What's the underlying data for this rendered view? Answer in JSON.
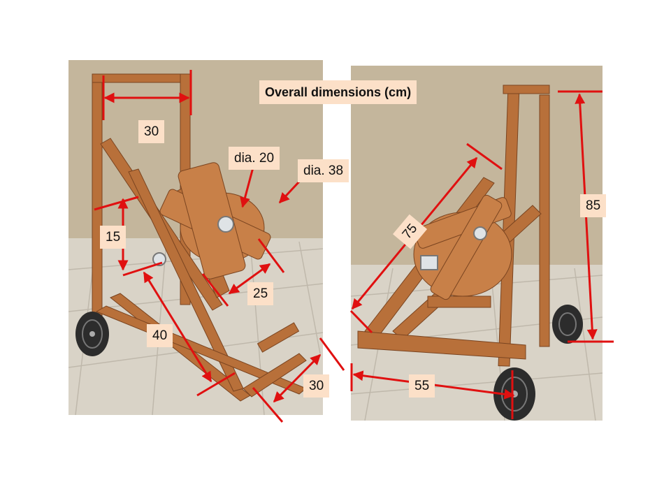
{
  "title": "Overall dimensions (cm)",
  "left_photo": {
    "labels": {
      "top_width": "30",
      "drum_dia": "dia. 20",
      "reel_dia": "dia. 38",
      "axle_offset": "15",
      "drum_width": "25",
      "diagonal": "40",
      "base_depth": "30"
    }
  },
  "right_photo": {
    "labels": {
      "diagonal": "75",
      "height": "85",
      "base_length": "55"
    }
  },
  "colors": {
    "dimension_line": "#e01010",
    "label_bg": "#fce0c8",
    "wall": "#c2b49a",
    "floor": "#d8d2c6",
    "wood": "#b8703a"
  }
}
